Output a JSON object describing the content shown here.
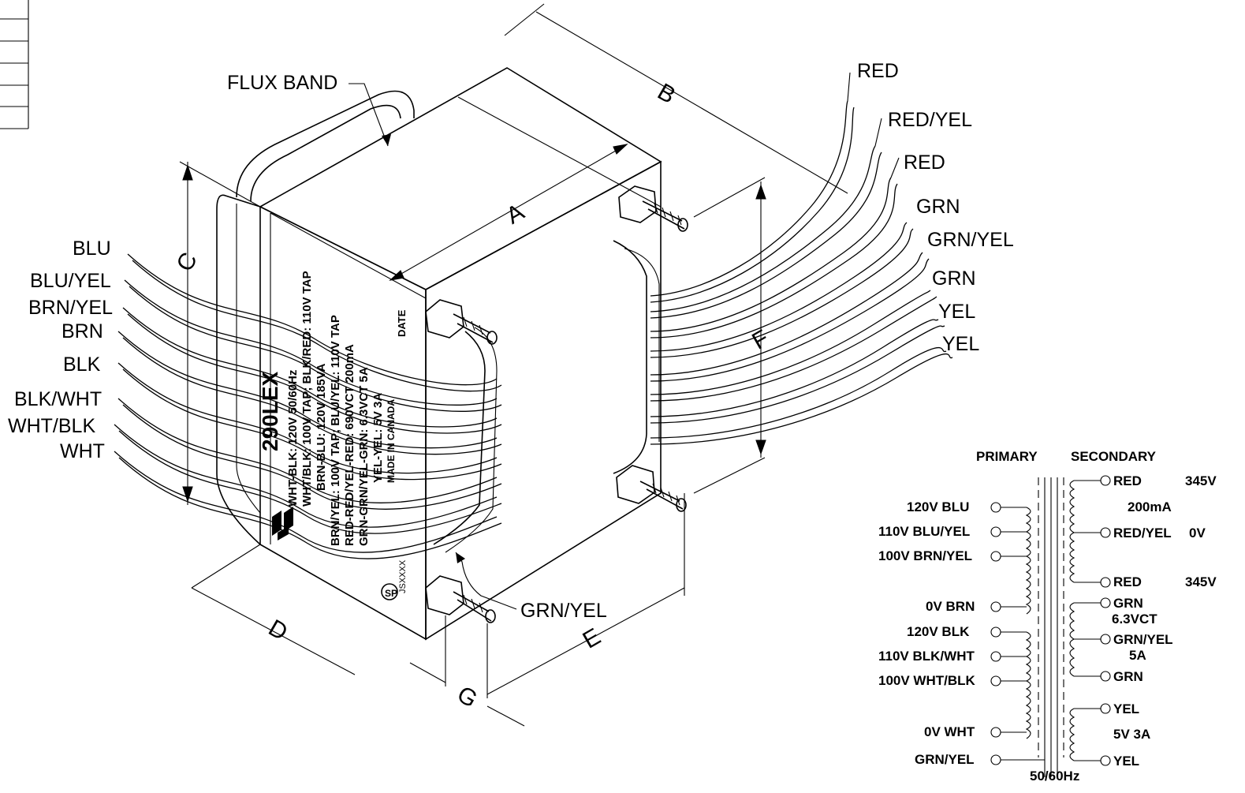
{
  "drawing": {
    "product_name": "290LEX",
    "flux_band_label": "FLUX BAND",
    "chassis_lead_label": "GRN/YEL",
    "dimensions": [
      "A",
      "B",
      "C",
      "D",
      "E",
      "F",
      "G"
    ],
    "primary_wire_labels": [
      "BLU",
      "BLU/YEL",
      "BRN/YEL",
      "BRN",
      "BLK",
      "BLK/WHT",
      "WHT/BLK",
      "WHT"
    ],
    "secondary_wire_labels": [
      "RED",
      "RED/YEL",
      "RED",
      "GRN",
      "GRN/YEL",
      "GRN",
      "YEL",
      "YEL"
    ]
  },
  "nameplate": {
    "lines": [
      "WHT-BLK: 120V  50/60Hz",
      "WHT/BLK: 100V TAP;  BLK/RED: 110V TAP",
      "BRN-BLU: 120V  185VA",
      "BRN/YEL: 100V TAP;  BLU/YEL: 110V TAP",
      "RED-RED/YEL-RED: 690VCT 200mA",
      "GRN-GRN/YEL-GRN: 6.3VCT 5A",
      "YEL-YEL: 5V 3A",
      "MADE IN CANADA"
    ],
    "date_label": "DATE",
    "cert_code": "JSXXXX"
  },
  "schematic": {
    "primary_header": "PRIMARY",
    "secondary_header": "SECONDARY",
    "frequency": "50/60Hz",
    "primary_taps": [
      "120V  BLU",
      "110V BLU/YEL",
      "100V BRN/YEL",
      "0V  BRN",
      "120V  BLK",
      "110V BLK/WHT",
      "100V WHT/BLK",
      "0V WHT",
      "GRN/YEL"
    ],
    "secondary_taps": [
      "RED",
      "RED/YEL",
      "RED",
      "GRN",
      "GRN/YEL",
      "GRN",
      "YEL",
      "YEL"
    ],
    "secondary_ratings": {
      "hv_top": "345V",
      "hv_current": "200mA",
      "hv_center": "0V",
      "hv_bottom": "345V",
      "fil1_voltage": "6.3VCT",
      "fil1_current": "5A",
      "fil2_rating": "5V  3A"
    }
  }
}
